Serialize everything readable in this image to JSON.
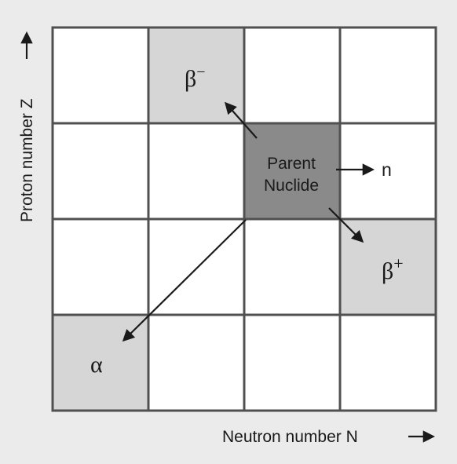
{
  "axes": {
    "x_label": "Neutron number N",
    "y_label": "Proton number Z"
  },
  "parent": {
    "line1": "Parent",
    "line2": "Nuclide"
  },
  "decays": {
    "beta_minus": "β",
    "beta_minus_sup": "−",
    "beta_plus": "β",
    "beta_plus_sup": "+",
    "alpha": "α",
    "neutron": "n"
  },
  "colors": {
    "background": "#ebebeb",
    "grid_line": "#505050",
    "cell_white": "#ffffff",
    "cell_light": "#d6d6d6",
    "cell_parent": "#8a8a8a"
  }
}
